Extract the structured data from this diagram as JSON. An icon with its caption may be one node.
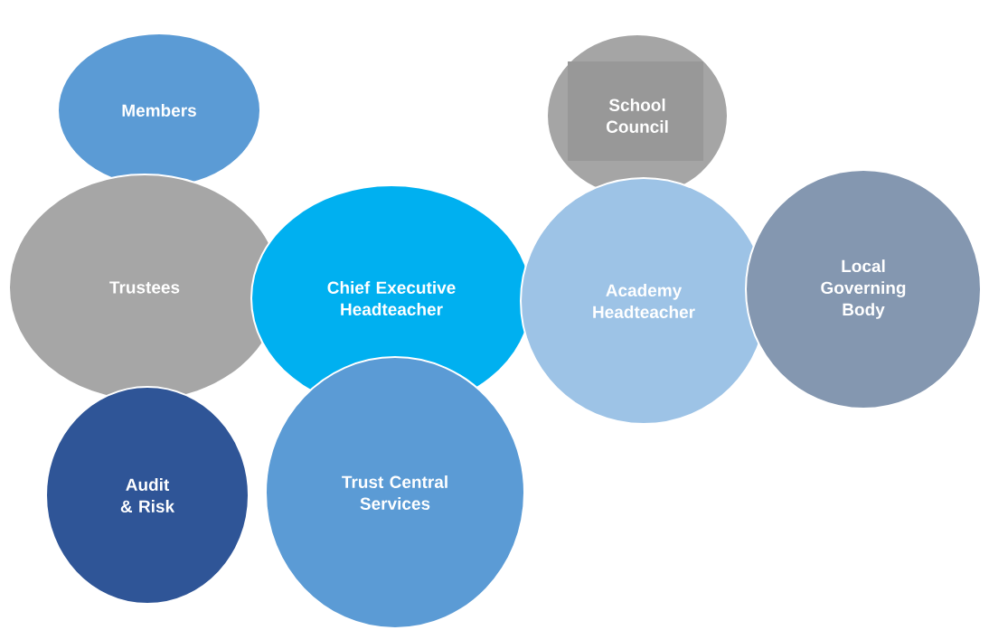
{
  "diagram": {
    "nodes": [
      {
        "text": [
          "Members"
        ]
      },
      {
        "text": [
          "School Council"
        ]
      },
      {
        "text": [
          "Trustees"
        ]
      },
      {
        "text": [
          "Chief Executive Headteacher"
        ]
      },
      {
        "text": [
          "Academy Headteacher"
        ]
      },
      {
        "text": [
          "Local Governing Body"
        ]
      },
      {
        "text": [
          "Audit & Risk"
        ]
      },
      {
        "text": [
          "Trust Central Services"
        ]
      }
    ]
  }
}
